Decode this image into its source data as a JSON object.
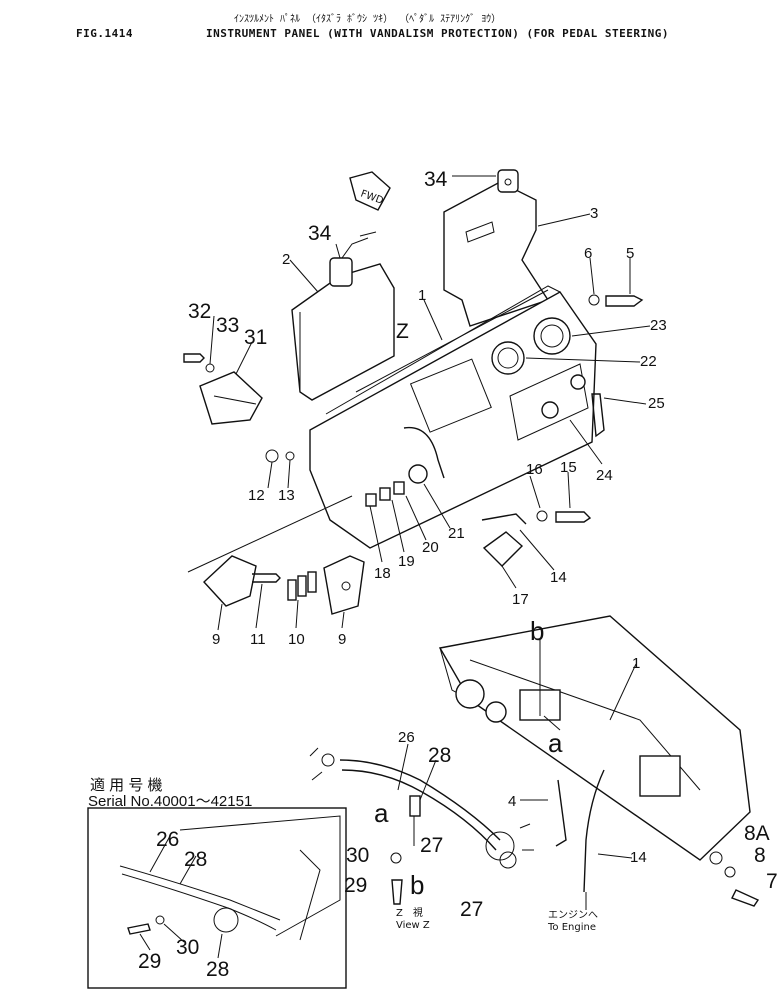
{
  "header": {
    "fig_id": "FIG.1414",
    "title_kana": "ｲﾝｽﾂﾙﾒﾝﾄ ﾊﾟﾈﾙ （ｲﾀｽﾞﾗ ﾎﾞｳｼ ﾂｷ） （ﾍﾟﾀﾞﾙ ｽﾃｱﾘﾝｸﾞ ﾖｳ）",
    "title_en": "INSTRUMENT PANEL (WITH VANDALISM PROTECTION) (FOR PEDAL STEERING)"
  },
  "fwd_label": "FWD",
  "z_marker": "Z",
  "callouts": {
    "c1": "1",
    "c1b": "1",
    "c2": "2",
    "c3": "3",
    "c4": "4",
    "c5": "5",
    "c6": "6",
    "c7": "7",
    "c8": "8",
    "c8a": "8A",
    "c9": "9",
    "c9b": "9",
    "c10": "10",
    "c11": "11",
    "c12": "12",
    "c13": "13",
    "c14": "14",
    "c14b": "14",
    "c15": "15",
    "c16": "16",
    "c17": "17",
    "c18": "18",
    "c19": "19",
    "c20": "20",
    "c21": "21",
    "c22": "22",
    "c23": "23",
    "c24": "24",
    "c25": "25",
    "c26": "26",
    "c26b": "26",
    "c27": "27",
    "c27b": "27",
    "c28": "28",
    "c28b": "28",
    "c28c": "28",
    "c29": "29",
    "c29b": "29",
    "c30": "30",
    "c30b": "30",
    "c31": "31",
    "c32": "32",
    "c33": "33",
    "c34": "34",
    "c34b": "34"
  },
  "view_letters": {
    "a1": "a",
    "a2": "a",
    "b1": "b",
    "b2": "b"
  },
  "view_z": {
    "jp": "Z　視",
    "en": "View Z"
  },
  "engine": {
    "jp": "エンジンへ",
    "en": "To Engine"
  },
  "serial_box": {
    "jp": "適 用 号 機",
    "serial": "Serial  No.40001～42151"
  }
}
